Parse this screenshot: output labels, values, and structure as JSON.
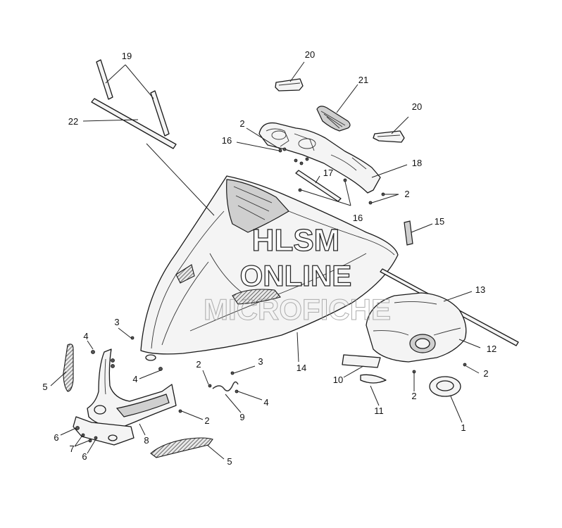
{
  "watermark": {
    "line1": "HLSM",
    "line2": "ONLINE",
    "line3": "MICROFICHE"
  },
  "callouts": [
    {
      "id": "c19a",
      "label": "19"
    },
    {
      "id": "c20a",
      "label": "20"
    },
    {
      "id": "c21",
      "label": "21"
    },
    {
      "id": "c20b",
      "label": "20"
    },
    {
      "id": "c22",
      "label": "22"
    },
    {
      "id": "c2a",
      "label": "2"
    },
    {
      "id": "c16a",
      "label": "16"
    },
    {
      "id": "c18",
      "label": "18"
    },
    {
      "id": "c17",
      "label": "17"
    },
    {
      "id": "c2b",
      "label": "2"
    },
    {
      "id": "c16b",
      "label": "16"
    },
    {
      "id": "c15",
      "label": "15"
    },
    {
      "id": "c13",
      "label": "13"
    },
    {
      "id": "c3a",
      "label": "3"
    },
    {
      "id": "c4a",
      "label": "4"
    },
    {
      "id": "c12",
      "label": "12"
    },
    {
      "id": "c14",
      "label": "14"
    },
    {
      "id": "c3b",
      "label": "3"
    },
    {
      "id": "c2c",
      "label": "2"
    },
    {
      "id": "c2d",
      "label": "2"
    },
    {
      "id": "c5a",
      "label": "5"
    },
    {
      "id": "c4b",
      "label": "4"
    },
    {
      "id": "c10",
      "label": "10"
    },
    {
      "id": "c2e",
      "label": "2"
    },
    {
      "id": "c4c",
      "label": "4"
    },
    {
      "id": "c11",
      "label": "11"
    },
    {
      "id": "c9",
      "label": "9"
    },
    {
      "id": "c2f",
      "label": "2"
    },
    {
      "id": "c1",
      "label": "1"
    },
    {
      "id": "c6a",
      "label": "6"
    },
    {
      "id": "c8",
      "label": "8"
    },
    {
      "id": "c7",
      "label": "7"
    },
    {
      "id": "c6b",
      "label": "6"
    },
    {
      "id": "c5b",
      "label": "5"
    }
  ]
}
